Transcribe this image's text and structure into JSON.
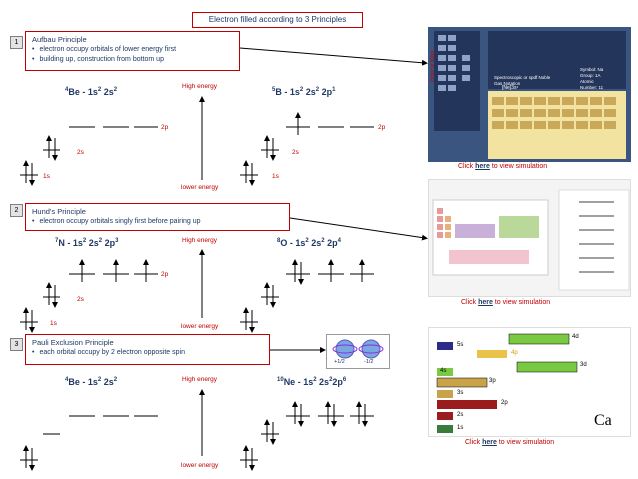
{
  "title": "Electron filled according to 3 Principles",
  "principles": [
    {
      "num": "1",
      "title": "Aufbau Principle",
      "bullets": [
        "electron occupy orbitals of lower energy first",
        "building up, construction from bottom up"
      ]
    },
    {
      "num": "2",
      "title": "Hund's Principle",
      "bullets": [
        "electron occupy orbitals singly first before pairing up"
      ]
    },
    {
      "num": "3",
      "title": "Pauli Exclusion Principle",
      "bullets": [
        "each orbital occupy by 2 electron opposite spin"
      ]
    }
  ],
  "configs": {
    "be1": {
      "mass": "4",
      "text": "Be - 1s",
      "s1": "2",
      "mid": " 2s",
      "s2": "2"
    },
    "b": {
      "mass": "5",
      "text": "B - 1s",
      "s1": "2",
      "mid": " 2s",
      "s2": "2",
      "end": " 2p",
      "s3": "1"
    },
    "n": {
      "mass": "7",
      "text": "N - 1s",
      "s1": "2",
      "mid": " 2s",
      "s2": "2",
      "end": " 2p",
      "s3": "3"
    },
    "o": {
      "mass": "8",
      "text": "O - 1s",
      "s1": "2",
      "mid": " 2s",
      "s2": "2",
      "end": " 2p",
      "s3": "4"
    },
    "be2": {
      "mass": "4",
      "text": "Be - 1s",
      "s1": "2",
      "mid": " 2s",
      "s2": "2"
    },
    "ne": {
      "mass": "10",
      "text": "Ne - 1s",
      "s1": "2",
      "mid": " 2s",
      "s2": "2",
      "end": "2p",
      "s3": "6"
    }
  },
  "labels": {
    "high_energy": "High energy",
    "lower_energy": "lower energy",
    "orb_1s": "1s",
    "orb_2s": "2s",
    "orb_2p": "2p"
  },
  "spin_labels": {
    "plus": "+1/2",
    "minus": "-1/2"
  },
  "simulation": {
    "prefix": "Click ",
    "link": "here",
    "suffix": " to view simulation"
  },
  "sim3": {
    "s5": "5s",
    "p4": "4p",
    "d4": "4d",
    "s4": "4s",
    "d3": "3d",
    "p3": "3p",
    "s3": "3s",
    "p2": "2p",
    "s2": "2s",
    "s1": "1s",
    "element": "Ca"
  },
  "sim1": {
    "symbol": "Symbol: Na",
    "group": "Group: 1A",
    "atomic": "Atomic",
    "number": "Number: 11",
    "config": "Spectroscopic or spdf Noble Gas Notation",
    "notation": "[Ne]3s¹",
    "axis": "Order of filling"
  },
  "colors": {
    "frame_red": "#c00000",
    "text_blue": "#1f3864"
  }
}
